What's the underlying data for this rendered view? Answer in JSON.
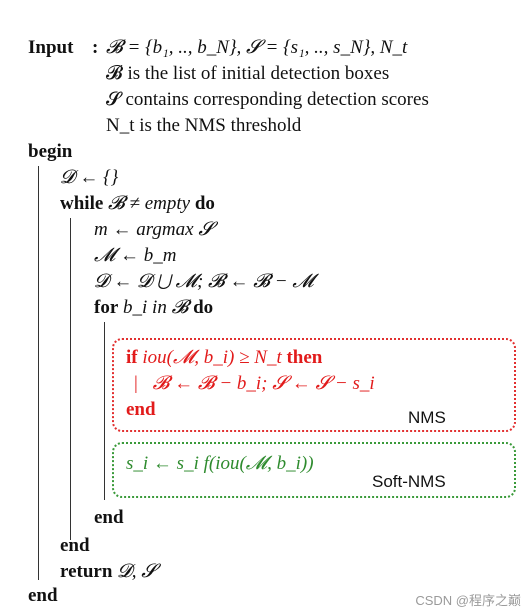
{
  "input": {
    "keyword": "Input",
    "colon": ":",
    "line1": "𝓑 = {b₁, .., b_N}, 𝓢 = {s₁, .., s_N}, N_t",
    "line2": "𝓑 is the list of initial detection boxes",
    "line3": "𝓢 contains corresponding detection scores",
    "line4": "N_t is the NMS threshold"
  },
  "body": {
    "begin": "begin",
    "init": "𝓓 ← {}",
    "while_kw": "while",
    "while_cond": "𝓑 ≠ ",
    "while_empty": "empty",
    "while_do": "do",
    "argmax": "m ← argmax 𝓢",
    "assign_m": "𝓜 ← b_m",
    "union": "𝓓 ← 𝓓 ⋃ 𝓜; 𝓑 ← 𝓑 − 𝓜",
    "for_kw": "for",
    "for_var": "b_i",
    "for_in": "in",
    "for_set": "𝓑",
    "for_do": "do",
    "nms_if_kw": "if",
    "nms_if_cond": "iou(𝓜, b_i) ≥ N_t",
    "nms_then": "then",
    "nms_bar": "|",
    "nms_body": "𝓑 ← 𝓑 − b_i; 𝓢 ← 𝓢 − s_i",
    "nms_end": "end",
    "nms_label": "NMS",
    "soft_body": "s_i ← s_i f(iou(𝓜, b_i))",
    "soft_label": "Soft-NMS",
    "end_for": "end",
    "end_while": "end",
    "return_kw": "return",
    "return_val": "𝓓, 𝓢",
    "end_main": "end"
  },
  "watermark": "CSDN @程序之巅",
  "colors": {
    "nms": "#e21b1b",
    "soft_nms": "#2e8b2e"
  }
}
